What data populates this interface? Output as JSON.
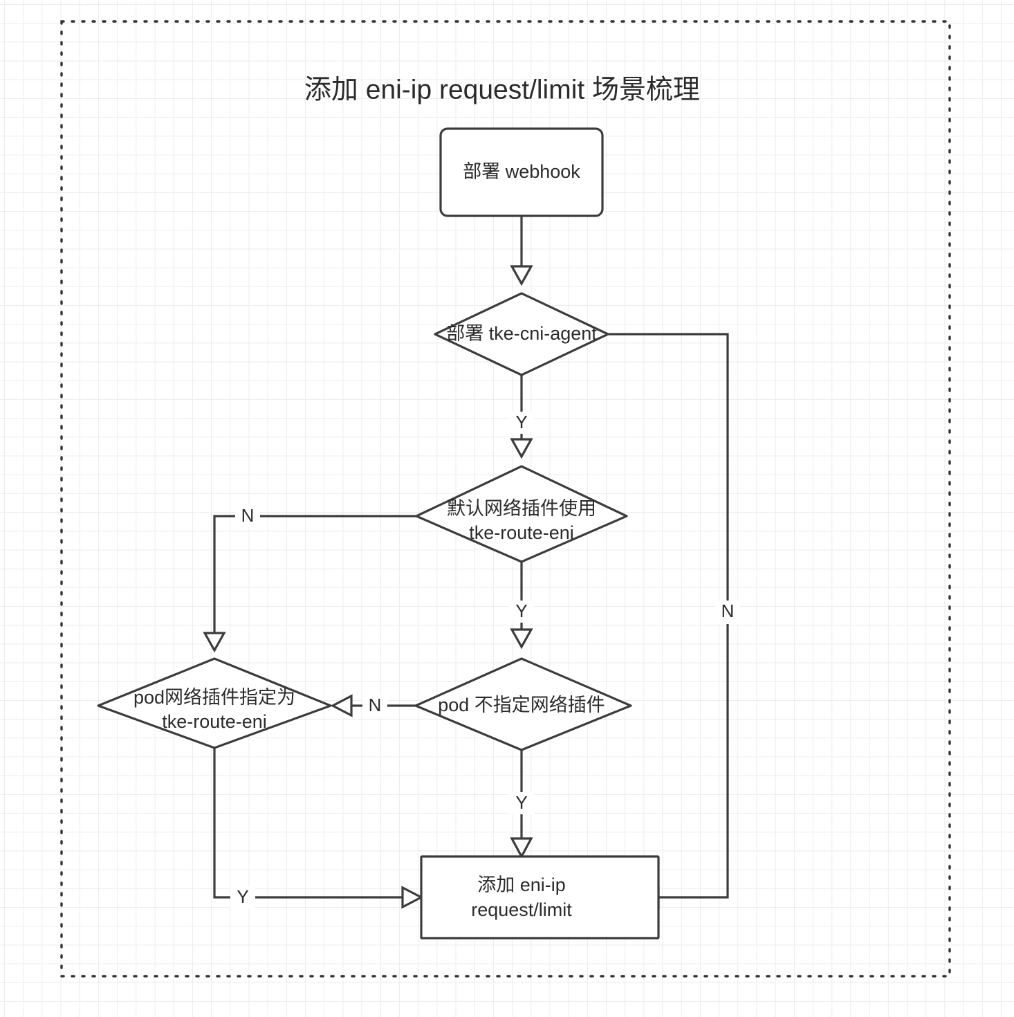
{
  "diagram": {
    "title": "添加 eni-ip request/limit 场景梳理",
    "frame": {
      "style": "dotted",
      "color": "#333333"
    },
    "background": {
      "grid": true,
      "grid_color": "#ececec",
      "page_color": "#ffffff"
    },
    "stroke_color": "#3c3c3c",
    "nodes": [
      {
        "id": "deploy-webhook",
        "type": "process",
        "shape": "rounded-rectangle",
        "lines": [
          "部署 webhook"
        ]
      },
      {
        "id": "deploy-tke-cni-agent",
        "type": "decision",
        "shape": "diamond",
        "lines": [
          "部署 tke-cni-agent"
        ]
      },
      {
        "id": "default-plugin-tke-route-eni",
        "type": "decision",
        "shape": "diamond",
        "lines": [
          "默认网络插件使用",
          "tke-route-eni"
        ]
      },
      {
        "id": "pod-plugin-specified-tke-route-eni",
        "type": "decision",
        "shape": "diamond",
        "lines": [
          "pod网络插件指定为",
          "tke-route-eni"
        ]
      },
      {
        "id": "pod-no-plugin-specified",
        "type": "decision",
        "shape": "diamond",
        "lines": [
          "pod 不指定网络插件"
        ]
      },
      {
        "id": "add-eni-ip-request-limit",
        "type": "process",
        "shape": "rectangle",
        "lines": [
          "添加 eni-ip",
          "request/limit"
        ]
      }
    ],
    "edges": [
      {
        "id": "e1",
        "from": "deploy-webhook",
        "to": "deploy-tke-cni-agent",
        "label": ""
      },
      {
        "id": "e2",
        "from": "deploy-tke-cni-agent",
        "to": "default-plugin-tke-route-eni",
        "label": "Y"
      },
      {
        "id": "e3",
        "from": "deploy-tke-cni-agent",
        "to": "add-eni-ip-request-limit",
        "label": "N"
      },
      {
        "id": "e4",
        "from": "default-plugin-tke-route-eni",
        "to": "pod-plugin-specified-tke-route-eni",
        "label": "N"
      },
      {
        "id": "e5",
        "from": "default-plugin-tke-route-eni",
        "to": "pod-no-plugin-specified",
        "label": "Y"
      },
      {
        "id": "e6",
        "from": "pod-no-plugin-specified",
        "to": "pod-plugin-specified-tke-route-eni",
        "label": "N"
      },
      {
        "id": "e7",
        "from": "pod-no-plugin-specified",
        "to": "add-eni-ip-request-limit",
        "label": "Y"
      },
      {
        "id": "e8",
        "from": "pod-plugin-specified-tke-route-eni",
        "to": "add-eni-ip-request-limit",
        "label": "Y"
      }
    ]
  }
}
